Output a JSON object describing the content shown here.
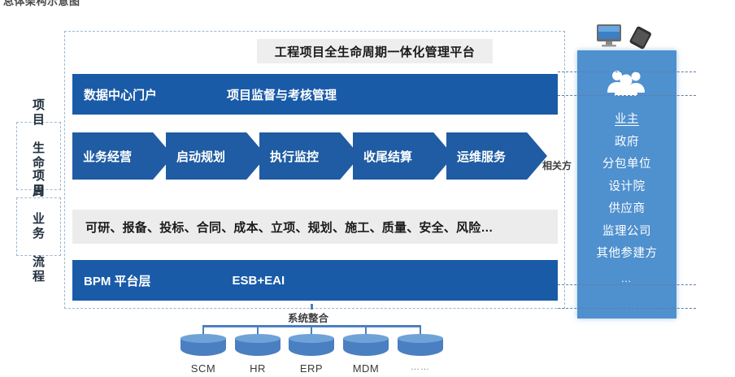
{
  "top_caption": "总体架构示意图",
  "platform": {
    "title": "工程项目全生命周期一体化管理平台",
    "portal_band": {
      "left_label": "数据中心门户",
      "right_label": "项目监督与考核管理"
    },
    "row_labels": {
      "lifecycle": [
        "项",
        "目",
        "生",
        "命",
        "周",
        "期"
      ],
      "process": [
        "项",
        "目",
        "业",
        "务",
        "流",
        "程"
      ]
    },
    "lifecycle_stages": [
      "业务经营",
      "启动规划",
      "执行监控",
      "收尾结算",
      "运维服务"
    ],
    "related_parties_tag": "相关方",
    "business_process": "可研、报备、投标、合同、成本、立项、规划、施工、质量、安全、风险…",
    "bpm_band": {
      "left_label": "BPM  平台层",
      "right_label": "ESB+EAI"
    }
  },
  "stakeholders": {
    "icons": [
      "desktop-monitor-icon",
      "smartphone-icon",
      "people-group-icon"
    ],
    "items": [
      "业主",
      "政府",
      "分包单位",
      "设计院",
      "供应商",
      "监理公司",
      "其他参建方",
      "…"
    ]
  },
  "system_integration": {
    "label": "系统整合",
    "systems": [
      "SCM",
      "HR",
      "ERP",
      "MDM",
      "……"
    ]
  },
  "colors": {
    "dark_blue": "#1a5ba8",
    "chevron_blue": "#1f5ca3",
    "panel_blue": "#4f90ce",
    "cylinder_blue": "#4a7fc1",
    "gray_band": "#ececec",
    "dashed_border": "#9fb6cf"
  }
}
